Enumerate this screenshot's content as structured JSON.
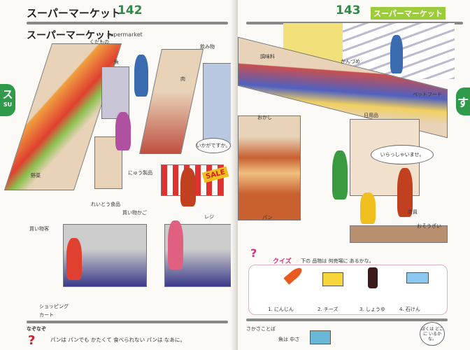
{
  "left_page": {
    "header": "スーパーマーケット",
    "page_number": "142",
    "title": "スーパーマーケット",
    "title_en": "supermarket",
    "side_tab": {
      "kana": "ス",
      "romaji": "SU"
    },
    "labels": {
      "fruit": "くだもの",
      "fish": "魚",
      "drinks": "飲み物",
      "meat": "肉",
      "vegetables": "野菜",
      "frozen": "れいとう食品",
      "dairy": "にゅう製品",
      "basket": "買い物かご",
      "register": "レジ",
      "shopper": "買い物客",
      "cart": "ショッピングカート"
    },
    "speech": "いかがですか。",
    "sale_sign": "SALE",
    "riddle": {
      "heading": "なぞなぞ",
      "text": "パンは パンでも かたくて 食べられない パンは なあに。"
    }
  },
  "right_page": {
    "header": "スーパーマーケット",
    "page_number": "143",
    "side_tab": {
      "kana": "す"
    },
    "labels": {
      "seasoning": "調味料",
      "canned": "かんづめ",
      "petfood": "ペットフード",
      "snacks": "おかし",
      "daily_goods": "日用品",
      "bread": "パン",
      "clerk": "店員",
      "deli": "おそうざい"
    },
    "speech": "いらっしゃいませ。",
    "quiz": {
      "heading": "クイズ",
      "question": "下の 品物は 何売場に あるかな。",
      "items": [
        "1. にんじん",
        "2. チーズ",
        "3. しょうゆ",
        "4. 石けん"
      ]
    },
    "wordplay": {
      "heading": "さかさことば",
      "text": "魚は 中さ"
    },
    "character_speech": "ぼくは どこに いるかな。"
  },
  "colors": {
    "accent_green": "#2f8a4a",
    "tab_green": "#2f9a4a",
    "header_tab": "#9ccc3a",
    "quiz_pink": "#d8307a"
  }
}
